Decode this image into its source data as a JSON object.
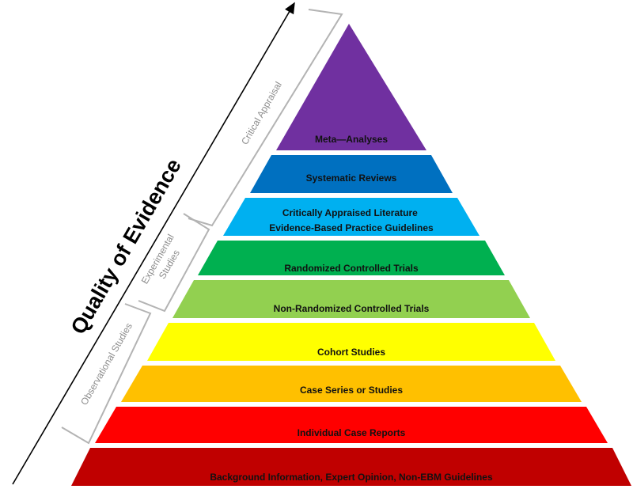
{
  "axis": {
    "title": "Quality of Evidence"
  },
  "tiers": [
    {
      "lines": [
        "Meta—Analyses"
      ],
      "color": "#7030a0"
    },
    {
      "lines": [
        "Systematic Reviews"
      ],
      "color": "#0070c0"
    },
    {
      "lines": [
        "Critically Appraised Literature",
        "Evidence-Based Practice Guidelines"
      ],
      "color": "#00b0f0"
    },
    {
      "lines": [
        "Randomized Controlled Trials"
      ],
      "color": "#00b050"
    },
    {
      "lines": [
        "Non-Randomized Controlled Trials"
      ],
      "color": "#92d050"
    },
    {
      "lines": [
        "Cohort Studies"
      ],
      "color": "#ffff00"
    },
    {
      "lines": [
        "Case Series or Studies"
      ],
      "color": "#ffc000"
    },
    {
      "lines": [
        "Individual Case Reports"
      ],
      "color": "#ff0000"
    },
    {
      "lines": [
        "Background Information, Expert Opinion, Non-EBM Guidelines"
      ],
      "color": "#c00000"
    }
  ],
  "brackets": [
    {
      "lines": [
        "Critical Appraisal"
      ]
    },
    {
      "lines": [
        "Experimental",
        "Studies"
      ]
    },
    {
      "lines": [
        "Observational Studies"
      ]
    }
  ]
}
